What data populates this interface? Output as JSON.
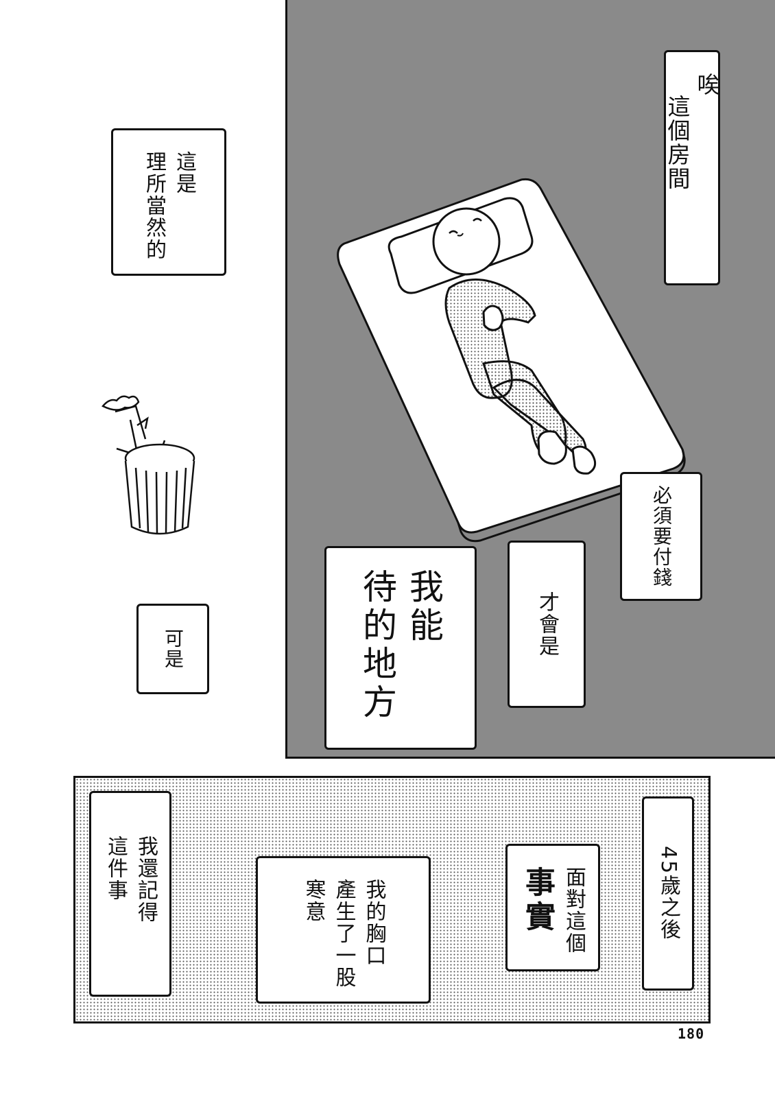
{
  "caption_boxes": {
    "sigh_room": [
      "唉",
      "這個房間"
    ],
    "must_pay": [
      "必須要付錢"
    ],
    "only_then": [
      "才會是"
    ],
    "place_i_stay": [
      "我能",
      "待的地方"
    ],
    "of_course": [
      "這是",
      "理所當然的"
    ],
    "but": [
      "可是"
    ],
    "after_45": [
      "45歲之後"
    ],
    "face_fact": [
      "面對這個",
      "事實"
    ],
    "chill": [
      "我的胸口",
      "產生了一股",
      "寒意"
    ],
    "remember": [
      "我還記得",
      "這件事"
    ]
  },
  "page_number": "180",
  "colors": {
    "dark_panel": "#8a8a8a",
    "ink": "#111111",
    "paper": "#ffffff"
  }
}
